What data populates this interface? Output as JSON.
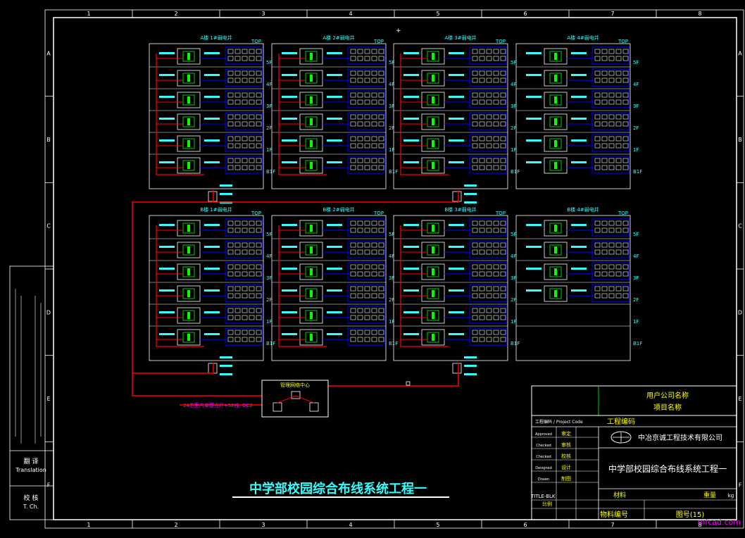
{
  "drawing": {
    "title": "中学部校园综合布线系统工程一",
    "ruler_top": [
      "1",
      "2",
      "3",
      "4",
      "5",
      "6",
      "7",
      "8"
    ],
    "ruler_side": [
      "A",
      "B",
      "C",
      "D",
      "E",
      "F"
    ]
  },
  "buildings_top": [
    {
      "name": "A楼 1#弱电井",
      "top_label": "TOP"
    },
    {
      "name": "A楼 2#弱电井",
      "top_label": "TOP"
    },
    {
      "name": "A楼 3#弱电井",
      "top_label": "TOP"
    },
    {
      "name": "A楼 4#弱电井",
      "top_label": "TOP"
    }
  ],
  "buildings_bottom": [
    {
      "name": "B楼 1#弱电井",
      "top_label": "TOP"
    },
    {
      "name": "B楼 2#弱电井",
      "top_label": "TOP"
    },
    {
      "name": "B楼 3#弱电井",
      "top_label": "TOP"
    },
    {
      "name": "B楼 4#弱电井",
      "top_label": "TOP"
    }
  ],
  "floor_labels": [
    "5F",
    "4F",
    "3F",
    "2F",
    "1F",
    "B1F"
  ],
  "network_center": {
    "name": "管理网络中心",
    "note": "24芯室内单模光纤+5E线, DC2"
  },
  "left_strip": {
    "translation": "翻 译",
    "translation_en": "Translation",
    "tch": "校 核",
    "tch_en": "T. Ch."
  },
  "title_block": {
    "client": "用户公司名称",
    "project": "项目名称",
    "project_code_label": "工程编码 / Project Code",
    "project_code_value": "工程编码",
    "company": "中冶京诚工程技术有限公司",
    "drawing_name": "中学部校园综合布线系统工程一",
    "roles": [
      "审定",
      "审核",
      "校核",
      "设计",
      "制图"
    ],
    "roles_en": [
      "Approved",
      "Checked",
      "Checked",
      "Designed",
      "Drawn"
    ],
    "material_label": "材料",
    "weight_label": "重量",
    "weight_unit": "kg",
    "part_no_label": "物料编号",
    "drawing_no": "图号(15)",
    "sheet_label": "比例",
    "notes_label": "TITLE-BLK"
  },
  "colors": {
    "background": "#000000",
    "frame": "#ffffff",
    "accent_cyan": "#00ffff",
    "accent_green": "#00ff00",
    "accent_red": "#ff0000",
    "accent_blue": "#0000ff",
    "accent_yellow": "#ffff00"
  },
  "watermark": "mfcad.com"
}
